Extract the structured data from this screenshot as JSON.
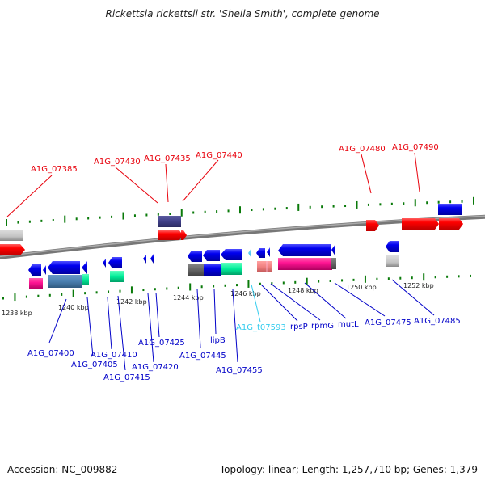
{
  "title": "Rickettsia rickettsii str. 'Sheila Smith', complete genome",
  "footer": {
    "accession": "Accession: NC_009882",
    "summary": "Topology: linear; Length: 1,257,710 bp; Genes: 1,379"
  },
  "colors": {
    "forward_label": "#e8000b",
    "reverse_label": "#0000c8",
    "trna_label": "#33ccee",
    "tick": "#0a7a0a",
    "backbone": "#888888"
  },
  "kbp_ticks": [
    {
      "label": "1238 kbp"
    },
    {
      "label": "1240 kbp"
    },
    {
      "label": "1242 kbp"
    },
    {
      "label": "1244 kbp"
    },
    {
      "label": "1246 kbp"
    },
    {
      "label": "1248 kbp"
    },
    {
      "label": "1250 kbp"
    },
    {
      "label": "1252 kbp"
    }
  ],
  "forward_labels": [
    {
      "name": "A1G_07385"
    },
    {
      "name": "A1G_07430"
    },
    {
      "name": "A1G_07435"
    },
    {
      "name": "A1G_07440"
    },
    {
      "name": "A1G_07480"
    },
    {
      "name": "A1G_07490"
    }
  ],
  "reverse_labels": [
    {
      "name": "A1G_07400"
    },
    {
      "name": "A1G_07405"
    },
    {
      "name": "A1G_07410"
    },
    {
      "name": "A1G_07415"
    },
    {
      "name": "A1G_07420"
    },
    {
      "name": "A1G_07425"
    },
    {
      "name": "A1G_07445"
    },
    {
      "name": "lipB"
    },
    {
      "name": "A1G_07455"
    },
    {
      "name": "A1G_t07593"
    },
    {
      "name": "rpsP"
    },
    {
      "name": "rpmG"
    },
    {
      "name": "mutL"
    },
    {
      "name": "A1G_07475"
    },
    {
      "name": "A1G_07485"
    }
  ]
}
